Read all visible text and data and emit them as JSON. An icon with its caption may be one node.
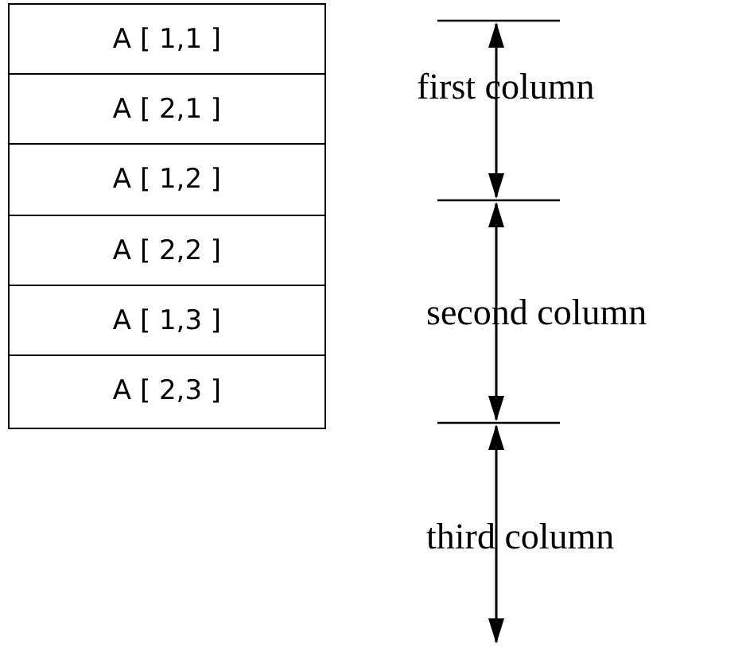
{
  "diagram": {
    "nodes": [
      {
        "text": [
          "A [ 1,1 ]"
        ]
      },
      {
        "text": [
          "A [ 2,1 ]"
        ]
      },
      {
        "text": [
          "A [ 1,2 ]"
        ]
      },
      {
        "text": [
          "A [ 2,2 ]"
        ]
      },
      {
        "text": [
          "A [ 1,3 ]"
        ]
      },
      {
        "text": [
          "A [ 2,3 ]"
        ]
      }
    ],
    "labels": [
      "first column",
      "second column",
      "third column"
    ]
  }
}
